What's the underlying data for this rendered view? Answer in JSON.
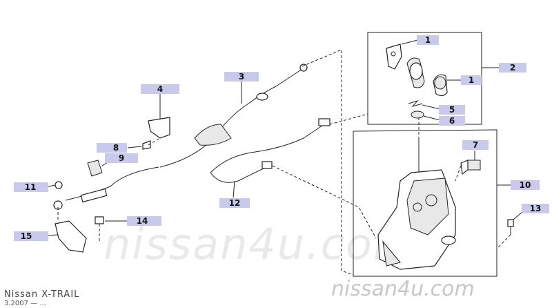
{
  "callouts": {
    "c1a": "1",
    "c1b": "1",
    "c2": "2",
    "c3": "3",
    "c4": "4",
    "c5": "5",
    "c6": "6",
    "c7": "7",
    "c8": "8",
    "c9": "9",
    "c10": "10",
    "c11": "11",
    "c12": "12",
    "c13": "13",
    "c14": "14",
    "c15": "15"
  },
  "watermark": {
    "center": "nissan4u.com",
    "corner": "nissan4u.com"
  },
  "footer": {
    "model": "Nissan X-TRAIL",
    "date": "3.2007 — ..."
  },
  "colors": {
    "callout_fill": "#c9c9ec",
    "line": "#222222",
    "watermark": "#d0d0d0"
  }
}
